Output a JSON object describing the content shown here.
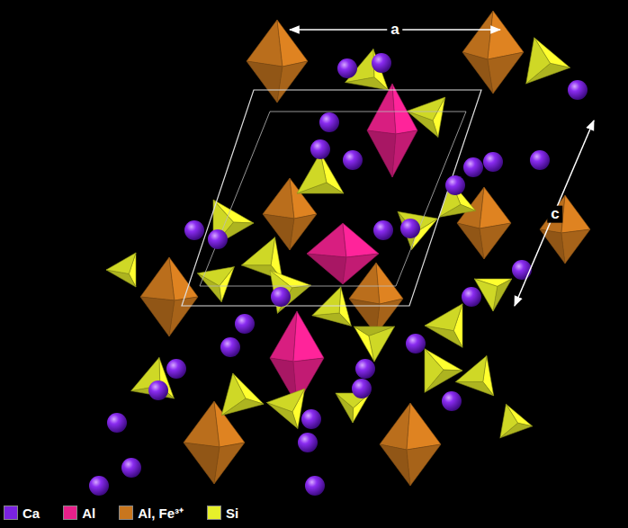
{
  "diagram": {
    "labels": [
      "a",
      "c"
    ],
    "legend": [
      {
        "text": "Ca",
        "color": "#7a22e0"
      },
      {
        "text": "Al",
        "color": "#e8208a"
      },
      {
        "text": "Al, Fe³⁺",
        "color": "#c8761e"
      },
      {
        "text": "Si",
        "color": "#e6f02a"
      }
    ]
  }
}
